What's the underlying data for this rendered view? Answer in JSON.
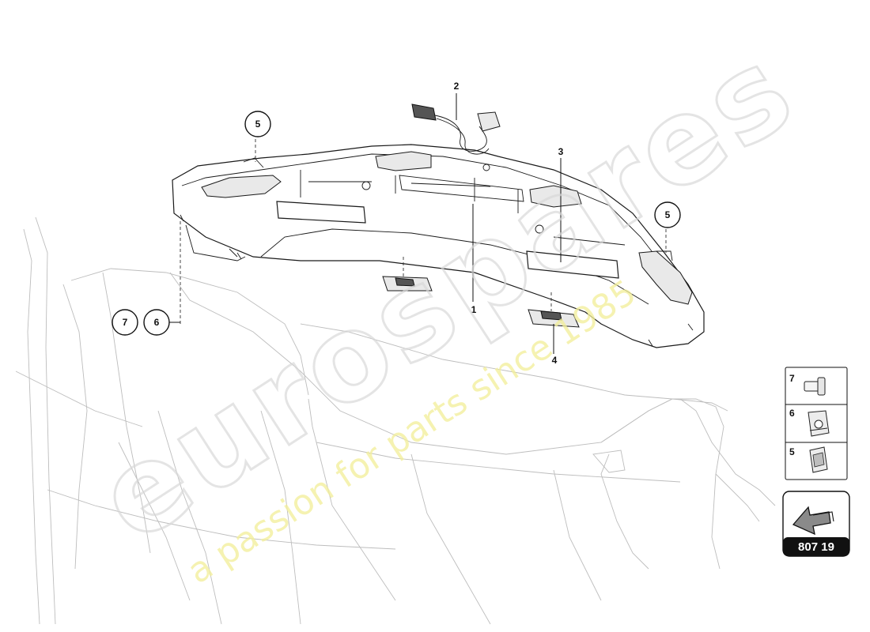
{
  "callouts": {
    "c1": "1",
    "c2": "2",
    "c3": "3",
    "c4": "4",
    "c5a": "5",
    "c5b": "5",
    "c6": "6",
    "c7": "7"
  },
  "legend": {
    "items": [
      {
        "number": "7",
        "icon": "bolt-icon"
      },
      {
        "number": "6",
        "icon": "clip-nut-icon"
      },
      {
        "number": "5",
        "icon": "spring-clip-icon"
      }
    ]
  },
  "diagram_code": "807 19",
  "watermark": {
    "brand": "eurospares",
    "tagline": "a passion for parts since 1985"
  },
  "colors": {
    "stroke": "#111111",
    "body_outline": "#bdbdbd",
    "code_box": "#111111",
    "arrow_fill": "#8a8a8a",
    "watermark_text": "#d8d8d8",
    "watermark_tagline": "#f3ef9a"
  }
}
